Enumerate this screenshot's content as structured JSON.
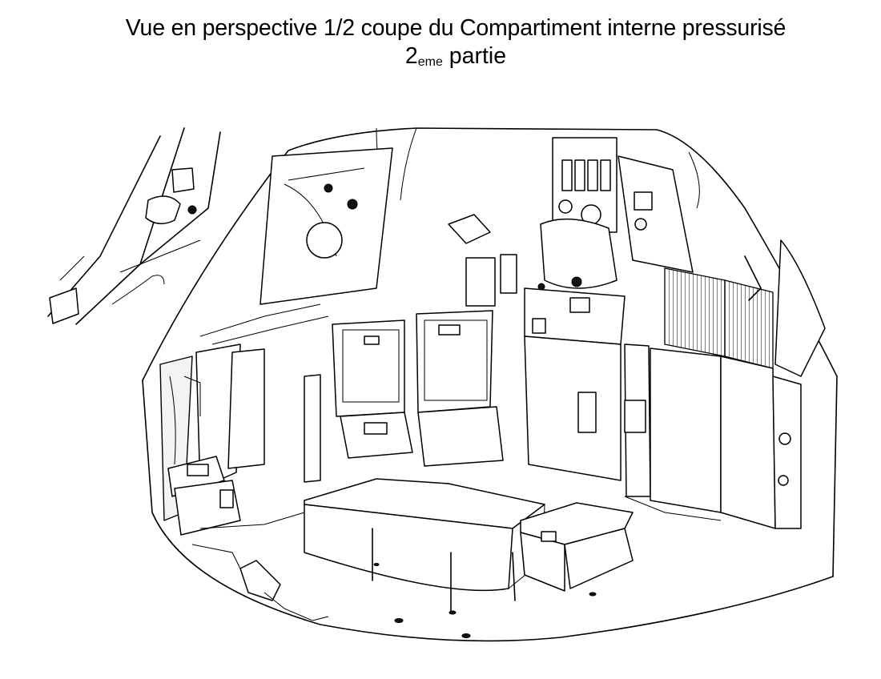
{
  "title": {
    "line1": "Vue en perspective 1/2 coupe du Compartiment interne pressurisé",
    "line2_number": "2",
    "line2_suffix": "eme",
    "line2_word": "partie"
  }
}
